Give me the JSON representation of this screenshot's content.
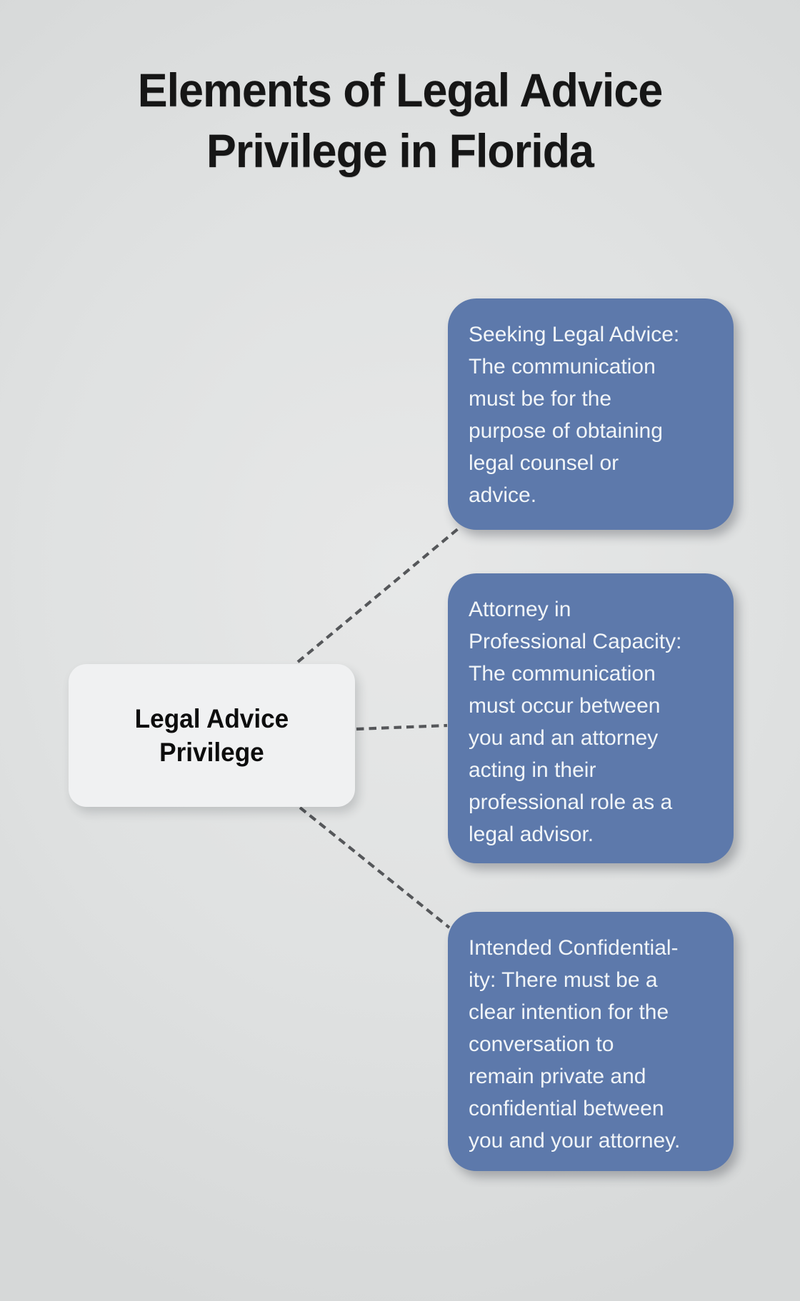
{
  "title": {
    "lines": [
      "Elements of Legal Advice",
      "Privilege in Florida"
    ]
  },
  "root_node": {
    "id": "legal-advice-privilege",
    "lines": [
      "Legal Advice",
      "Privilege"
    ]
  },
  "nodes": [
    {
      "id": "seeking-legal-advice",
      "lines": [
        "Seeking Legal Advice:",
        "The communication",
        "must be for the",
        "purpose of obtaining",
        "legal counsel or",
        "advice."
      ]
    },
    {
      "id": "attorney-in-professional-capacity",
      "lines": [
        "Attorney in",
        "Professional Capacity:",
        "The communication",
        "must occur between",
        "you and an attorney",
        "acting in their",
        "professional role as a",
        "legal advisor."
      ]
    },
    {
      "id": "intended-confidentiality",
      "lines": [
        "Intended Confidential-",
        "ity: There must be a",
        "clear intention for the",
        "conversation to",
        "remain private and",
        "confidential between",
        "you and your attorney."
      ]
    }
  ],
  "colors": {
    "page_background": "#dfe1e1",
    "title_text": "#161616",
    "root_node_fill": "#f0f1f2",
    "root_node_text": "#0d0d0d",
    "branch_node_fill": "#5d79ab",
    "branch_node_text": "#f1f5f8",
    "connector": "#55575a"
  }
}
